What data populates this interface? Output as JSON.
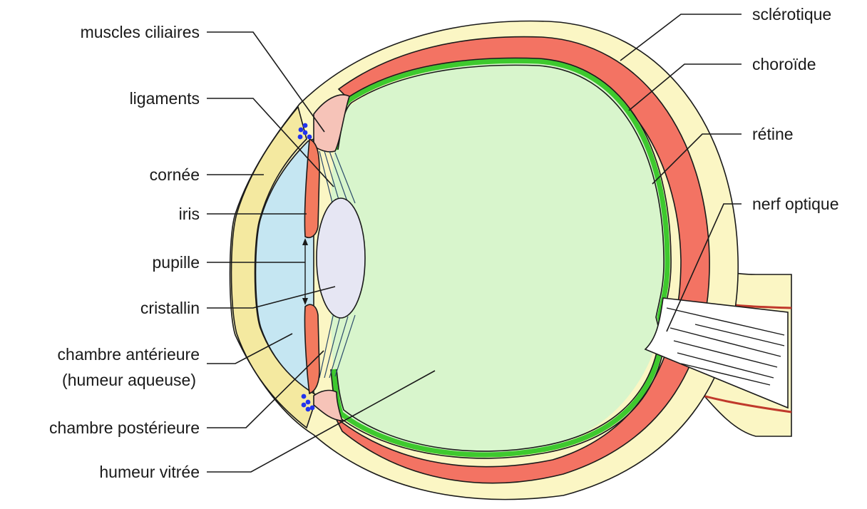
{
  "colors": {
    "sclera": "#fbf6c4",
    "cornea": "#f4e9a0",
    "choroid": "#f37363",
    "retina": "#3ec92e",
    "vitreous": "#d8f5cc",
    "aqueous": "#c5e6f2",
    "lens": "#e6e6f3",
    "ciliary": "#f6c3b8",
    "iris": "#f37a5e",
    "canal_dots": "#2233ee",
    "optic_nerve": "#ffffff"
  },
  "labels": {
    "muscles_ciliaires": "muscles ciliaires",
    "ligaments": "ligaments",
    "cornee": "cornée",
    "iris": "iris",
    "pupille": "pupille",
    "cristallin": "cristallin",
    "chambre_anterieure_1": "chambre antérieure",
    "chambre_anterieure_2": "(humeur aqueuse)",
    "chambre_posterieure": "chambre postérieure",
    "humeur_vitree": "humeur vitrée",
    "sclerotique": "sclérotique",
    "choroide": "choroïde",
    "retine": "rétine",
    "nerf_optique": "nerf optique"
  }
}
